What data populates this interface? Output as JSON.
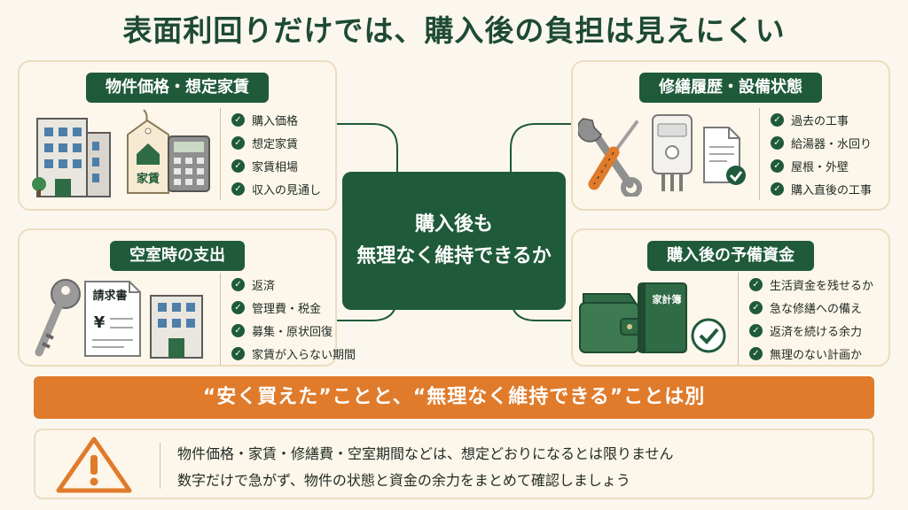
{
  "title": "表面利回りだけでは、購入後の負担は見えにくい",
  "center": {
    "line1": "購入後も",
    "line2": "無理なく維持できるか"
  },
  "cards": {
    "property": {
      "title": "物件価格・想定家賃",
      "tag_label": "家賃",
      "items": [
        "購入価格",
        "想定家賃",
        "家賃相場",
        "収入の見通し"
      ]
    },
    "repair": {
      "title": "修繕履歴・設備状態",
      "items": [
        "過去の工事",
        "給湯器・水回り",
        "屋根・外壁",
        "購入直後の工事"
      ]
    },
    "vacancy": {
      "title": "空室時の支出",
      "invoice_label": "請求書",
      "invoice_symbol": "¥",
      "items": [
        "返済",
        "管理費・税金",
        "募集・原状回復",
        "家賃が入らない期間"
      ]
    },
    "reserve": {
      "title": "購入後の予備資金",
      "book_label": "家計簿",
      "items": [
        "生活資金を残せるか",
        "急な修繕への備え",
        "返済を続ける余力",
        "無理のない計画か"
      ]
    }
  },
  "banner": "“安く買えた”ことと、“無理なく維持できる”ことは別",
  "note": {
    "line1": "物件価格・家賃・修繕費・空室期間などは、想定どおりになるとは限りません",
    "line2": "数字だけで急がず、物件の状態と資金の余力をまとめて確認しましょう"
  },
  "colors": {
    "green": "#1f5a3a",
    "orange": "#e07b2b",
    "cream": "#fdf6ea"
  },
  "icons": [
    "building-icon",
    "price-tag-icon",
    "calculator-icon",
    "wrench-icon",
    "screwdriver-icon",
    "water-heater-icon",
    "document-check-icon",
    "key-icon",
    "invoice-icon",
    "wallet-icon",
    "account-book-icon",
    "check-circle-icon",
    "warning-icon"
  ]
}
